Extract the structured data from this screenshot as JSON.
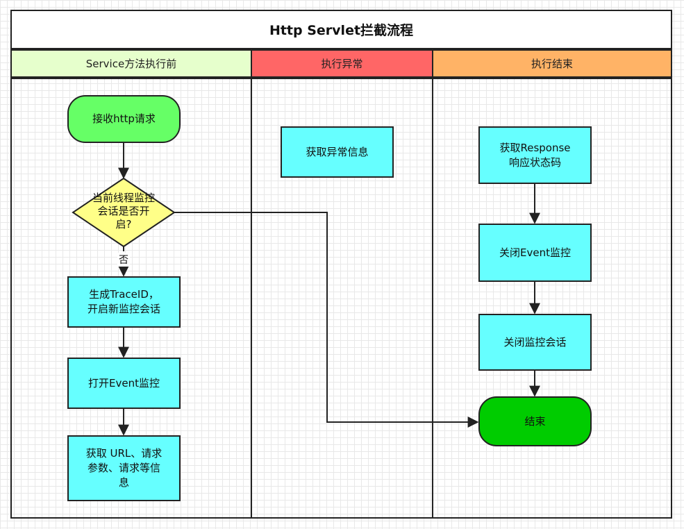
{
  "title": "Http Servlet拦截流程",
  "lanes": [
    {
      "label": "Service方法执行前",
      "color": "#e6ffcc"
    },
    {
      "label": "执行异常",
      "color": "#ff6666"
    },
    {
      "label": "执行结束",
      "color": "#ffb366"
    }
  ],
  "nodes": {
    "receive": "接收http请求",
    "decision": "当前线程监控会话是否开启?",
    "decision_lines": [
      "当前线程监控",
      "会话是否开",
      "启?"
    ],
    "gen_trace": "生成TraceID，开启新监控会话",
    "gen_trace_lines": [
      "生成TraceID，",
      "开启新监控会话"
    ],
    "open_event": "打开Event监控",
    "get_url": "获取 URL、请求参数、请求等信息",
    "get_url_lines": [
      "获取 URL、请求",
      "参数、请求等信",
      "息"
    ],
    "get_exception": "获取异常信息",
    "get_response": "获取Response响应状态码",
    "get_response_lines": [
      "获取Response",
      "响应状态码"
    ],
    "close_event": "关闭Event监控",
    "close_session": "关闭监控会话",
    "end": "结束"
  },
  "edge_labels": {
    "no": "否"
  },
  "colors": {
    "process": "#66ffff",
    "start": "#66ff66",
    "end": "#00cc00",
    "decision": "#ffff88",
    "line": "#222222"
  }
}
